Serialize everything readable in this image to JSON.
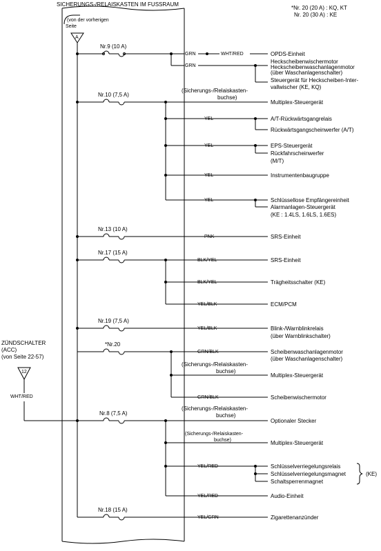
{
  "header": {
    "title": "SICHERUNGS-/RELAISKASTEN IM FUSSRAUM",
    "note1": "*Nr. 20 (20 A) : KQ, KT",
    "note2": "Nr. 20 (30 A) : KE",
    "prev_page_1": "(von der vorherigen",
    "prev_page_2": "Seite",
    "connector_a": "A"
  },
  "ignition": {
    "title": "ZÜNDSCHALTER",
    "acc": "(ACC)",
    "from_page": "(von Seite 22-57)",
    "terminal": "12",
    "wire": "WHT/RED"
  },
  "fuses": [
    {
      "label": "Nr.9 (10 A)"
    },
    {
      "label": "Nr.10 (7,5 A)"
    },
    {
      "label": "Nr.13 (10 A)"
    },
    {
      "label": "Nr.17 (15 A)"
    },
    {
      "label": "Nr.19 (7,5 A)"
    },
    {
      "label": "*Nr.20"
    },
    {
      "label": "Nr.8 (7,5 A)"
    },
    {
      "label": "Nr.18 (15 A)"
    }
  ],
  "wires": {
    "grn": "GRN",
    "wht_red": "WHT/RED",
    "yel": "YEL",
    "pnk": "PNK",
    "blk_yel": "BLK/YEL",
    "yel_blk": "YEL/BLK",
    "grn_blk": "GRN/BLK",
    "yel_red": "YEL/RED",
    "yel_grn": "YEL/GRN"
  },
  "box_notes": {
    "b1_1": "(Sicherungs-/Relaiskasten-",
    "b1_2": "buchse)",
    "b2_1": "(Sicherungs-/Relaiskasten-",
    "b2_2": "buchse)",
    "b3_1": "(Sicherungs-/Relaiskasten-",
    "b3_2": "buchse)",
    "b4_1": "(Sicherungs-/Relaiskasten-",
    "b4_2": "buchse)"
  },
  "loads": {
    "opds": "OPDS-Einheit",
    "heck1": "Heckscheibenwischermotor",
    "heck2": "Heckscheibenwaschanlagenmotor",
    "heck3": "(über Waschanlagenschalter)",
    "heck4": "Steuergerät für Heckscheiben-Inter-",
    "heck5": "vallwischer (KE, KQ)",
    "multiplex1": "Multiplex-Steuergerät",
    "at1": "A/T-Rückwärtsgangrelais",
    "at2": "Rückwärtsgangscheinwerfer (A/T)",
    "eps1": "EPS-Steuergerät",
    "eps2": "Rückfahrscheinwerfer",
    "eps3": "(M/T)",
    "instr": "Instrumentenbaugruppe",
    "key1": "Schlüssellose Empfängereinheit",
    "key2": "Alarmanlagen-Steuergerät",
    "key3": "(KE : 1.4LS, 1.6LS, 1.6ES)",
    "srs1": "SRS-Einheit",
    "srs2": "SRS-Einheit",
    "tragheit": "Trägheitsschalter (KE)",
    "ecm": "ECM/PCM",
    "blink1": "Blink-/Warnblinkrelais",
    "blink2": "(über Warnblinkschalter)",
    "scheib1": "Scheibenwaschanlagenmotor",
    "scheib2": "(über Waschanlagenschalter)",
    "multiplex2": "Multiplex-Steuergerät",
    "wischer": "Scheibenwischermotor",
    "optional": "Optionaler Stecker",
    "multiplex3": "Multiplex-Steuergerät",
    "slock1": "Schlüsselverriegelungsrelais",
    "slock2": "Schlüsselverriegelungsmagnet",
    "slock3": "Schaltsperrenmagnet",
    "slock_ke": "(KE)",
    "audio": "Audio-Einheit",
    "ziga": "Zigarettenanzünder"
  }
}
